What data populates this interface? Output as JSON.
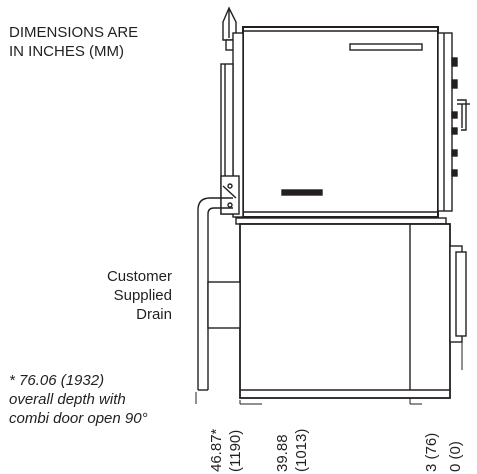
{
  "notes": {
    "dimensions_line1": "DIMENSIONS ARE",
    "dimensions_line2": "IN INCHES (MM)",
    "drain_line1": "Customer",
    "drain_line2": "Supplied",
    "drain_line3": "Drain",
    "depth_line1": "* 76.06 (1932)",
    "depth_line2": "overall depth with",
    "depth_line3": "combi door open 90°"
  },
  "dimensions": [
    {
      "value": "46.87*",
      "metric": "(1190)"
    },
    {
      "value": "39.88",
      "metric": "(1013)"
    },
    {
      "value": "3 (76)"
    },
    {
      "value": "0 (0)"
    }
  ]
}
